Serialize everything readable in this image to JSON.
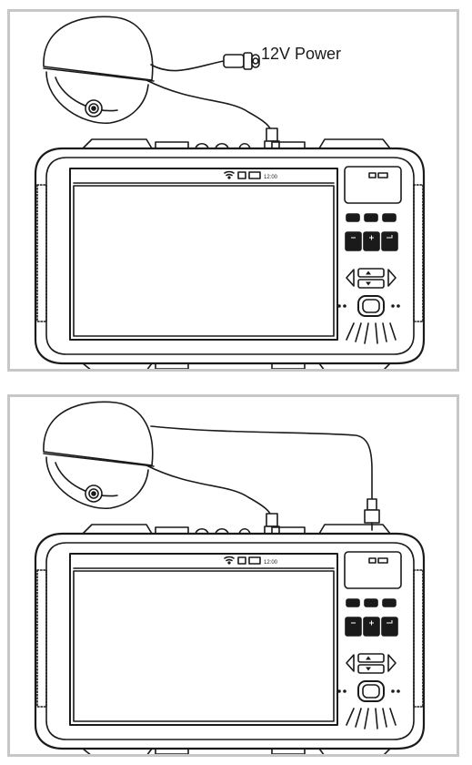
{
  "panels": [
    {
      "id": "top",
      "cables": 1,
      "power_label": "12V Power",
      "status_time": "12:00"
    },
    {
      "id": "bottom",
      "cables": 2,
      "power_label": "",
      "status_time": "12:00"
    }
  ],
  "colors": {
    "line": "#1a1a1a",
    "frame": "#c7c7c7",
    "key_fill": "#1a1a1a"
  }
}
